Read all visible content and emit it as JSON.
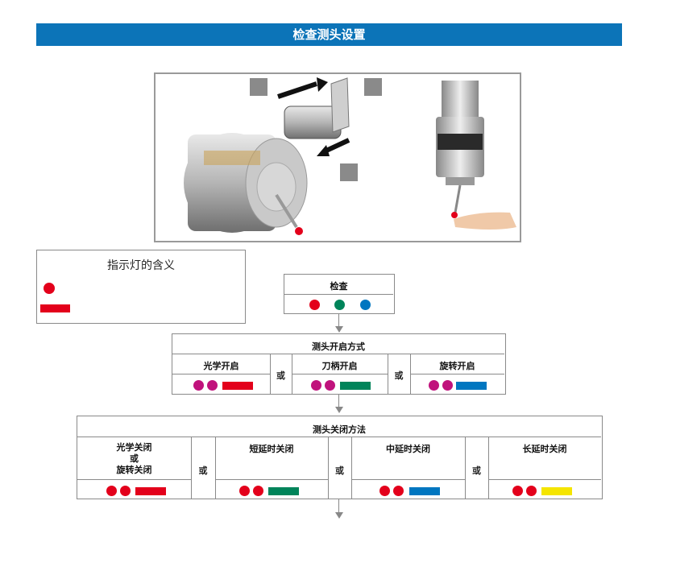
{
  "title": "检查测头设置",
  "legend": {
    "title": "指示灯的含义"
  },
  "check": {
    "label": "检查"
  },
  "switch_on": {
    "title": "测头开启方式",
    "or": "或",
    "options": [
      {
        "label": "光学开启"
      },
      {
        "label": "刀柄开启"
      },
      {
        "label": "旋转开启"
      }
    ]
  },
  "switch_off": {
    "title": "测头关闭方法",
    "or": "或",
    "options": [
      {
        "line1": "光学关闭",
        "line2": "或",
        "line3": "旋转关闭"
      },
      {
        "label": "短延时关闭"
      },
      {
        "label": "中延时关闭"
      },
      {
        "label": "长延时关闭"
      }
    ]
  },
  "colors": {
    "header_blue": "#0c74b8",
    "red": "#e3001b",
    "green": "#00845a",
    "blue": "#0076c0",
    "magenta": "#c0127c",
    "yellow": "#f5e500"
  }
}
